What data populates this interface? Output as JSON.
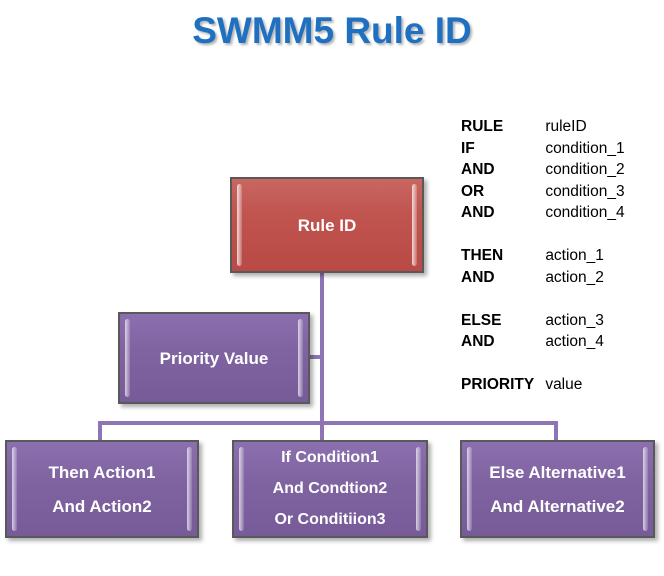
{
  "page": {
    "title": "SWMM5 Rule ID",
    "title_color": "#1f70c1",
    "background": "#ffffff"
  },
  "palette": {
    "red_fill": "#c0544f",
    "purple_fill": "#8064a2",
    "connector": "#8f74b5",
    "box_border": "#595959",
    "box_text": "#ffffff",
    "syntax_text": "#000000"
  },
  "diagram": {
    "root": {
      "label": "Rule ID",
      "color": "red"
    },
    "priority": {
      "label": "Priority Value",
      "color": "purple"
    },
    "branches": [
      {
        "name": "then-branch",
        "color": "purple",
        "lines": [
          "Then Action1",
          "And Action2"
        ]
      },
      {
        "name": "if-branch",
        "color": "purple",
        "lines": [
          "If Condition1",
          "And Condtion2",
          "Or Conditiion3"
        ]
      },
      {
        "name": "else-branch",
        "color": "purple",
        "lines": [
          "Else Alternative1",
          "And Alternative2"
        ]
      }
    ]
  },
  "syntax": {
    "rows": [
      {
        "keyword": "RULE",
        "value": "ruleID"
      },
      {
        "keyword": "IF",
        "value": "condition_1"
      },
      {
        "keyword": "AND",
        "value": "condition_2"
      },
      {
        "keyword": "OR",
        "value": "condition_3"
      },
      {
        "keyword": "AND",
        "value": "condition_4"
      },
      {
        "keyword": "",
        "value": ""
      },
      {
        "keyword": "THEN",
        "value": "action_1"
      },
      {
        "keyword": "AND",
        "value": "action_2"
      },
      {
        "keyword": "",
        "value": ""
      },
      {
        "keyword": "ELSE",
        "value": "action_3"
      },
      {
        "keyword": "AND",
        "value": "action_4"
      },
      {
        "keyword": "",
        "value": ""
      },
      {
        "keyword": "PRIORITY",
        "value": "value"
      }
    ]
  }
}
